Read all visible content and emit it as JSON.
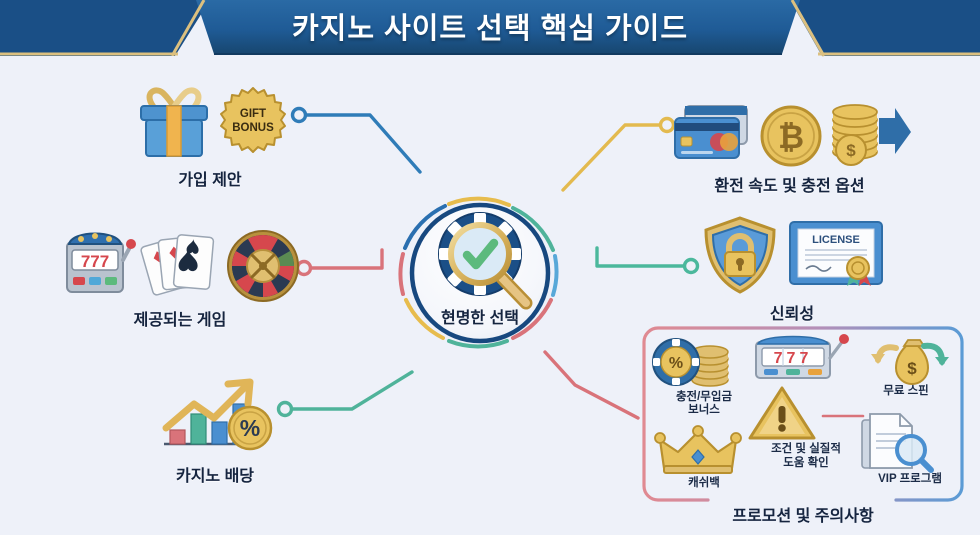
{
  "header": {
    "title": "카지노 사이트 선택 핵심 가이드",
    "banner_color": "#1f5b96",
    "banner_edge_color": "#d9bb72",
    "title_color": "#ffffff"
  },
  "page": {
    "background_color": "#eef1f9",
    "text_color": "#15243f"
  },
  "hub": {
    "label": "현명한 선택",
    "icon": "chip-magnifier-check-icon",
    "ring_color": "#1a4f8a",
    "check_color": "#5cba7d",
    "arc_colors": [
      "#2a6fb0",
      "#d9737a",
      "#e7bc4d",
      "#4fb39a",
      "#58a8d8",
      "#d9737a"
    ]
  },
  "nodes": [
    {
      "id": "signup-offer",
      "label": "가입 제안",
      "badge_line1": "GIFT",
      "badge_line2": "BONUS",
      "icons": [
        "gift-box-icon",
        "gift-bonus-badge-icon"
      ],
      "connector_color": "#2f7cb8"
    },
    {
      "id": "games-offered",
      "label": "제공되는 게임",
      "icons": [
        "slot-machine-icon",
        "playing-cards-icon",
        "roulette-wheel-icon"
      ],
      "slot_text": "777",
      "connector_color": "#d9737a"
    },
    {
      "id": "casino-payout",
      "label": "카지노 배당",
      "icons": [
        "growth-chart-icon",
        "percent-coin-icon"
      ],
      "connector_color": "#4fb39a"
    },
    {
      "id": "payout-speed-deposit",
      "label": "환전 속도 및 충전 옵션",
      "icons": [
        "credit-card-icon",
        "bitcoin-coin-icon",
        "coin-stack-icon",
        "arrow-right-icon"
      ],
      "connector_color": "#e3ba4f"
    },
    {
      "id": "trustworthiness",
      "label": "신뢰성",
      "icons": [
        "shield-lock-icon",
        "license-certificate-icon"
      ],
      "license_text": "LICENSE",
      "connector_color": "#4bb89c"
    }
  ],
  "promo_group": {
    "title": "프로모션 및 주의사항",
    "border_color_left": "#e08a92",
    "border_color_right": "#5b9bd5",
    "connector_color": "#d9737a",
    "items": [
      {
        "id": "deposit-nodeposit-bonus",
        "label_line1": "충전/무입금",
        "label_line2": "보너스",
        "icon": "chip-coins-icon"
      },
      {
        "id": "free-spins",
        "label_line1": "무료 스핀",
        "label_line2": "",
        "icon": "money-bag-arrow-icon"
      },
      {
        "id": "cashback",
        "label_line1": "캐쉬백",
        "label_line2": "",
        "icon": "crown-icon"
      },
      {
        "id": "terms-check",
        "label_line1": "조건 및 실질적",
        "label_line2": "도움 확인",
        "icon": "warning-triangle-icon"
      },
      {
        "id": "vip-program",
        "label_line1": "VIP 프로그램",
        "label_line2": "",
        "icon": "documents-magnifier-icon"
      },
      {
        "id": "slot-777",
        "label_line1": "",
        "label_line2": "",
        "icon": "slot-machine-icon"
      }
    ]
  }
}
